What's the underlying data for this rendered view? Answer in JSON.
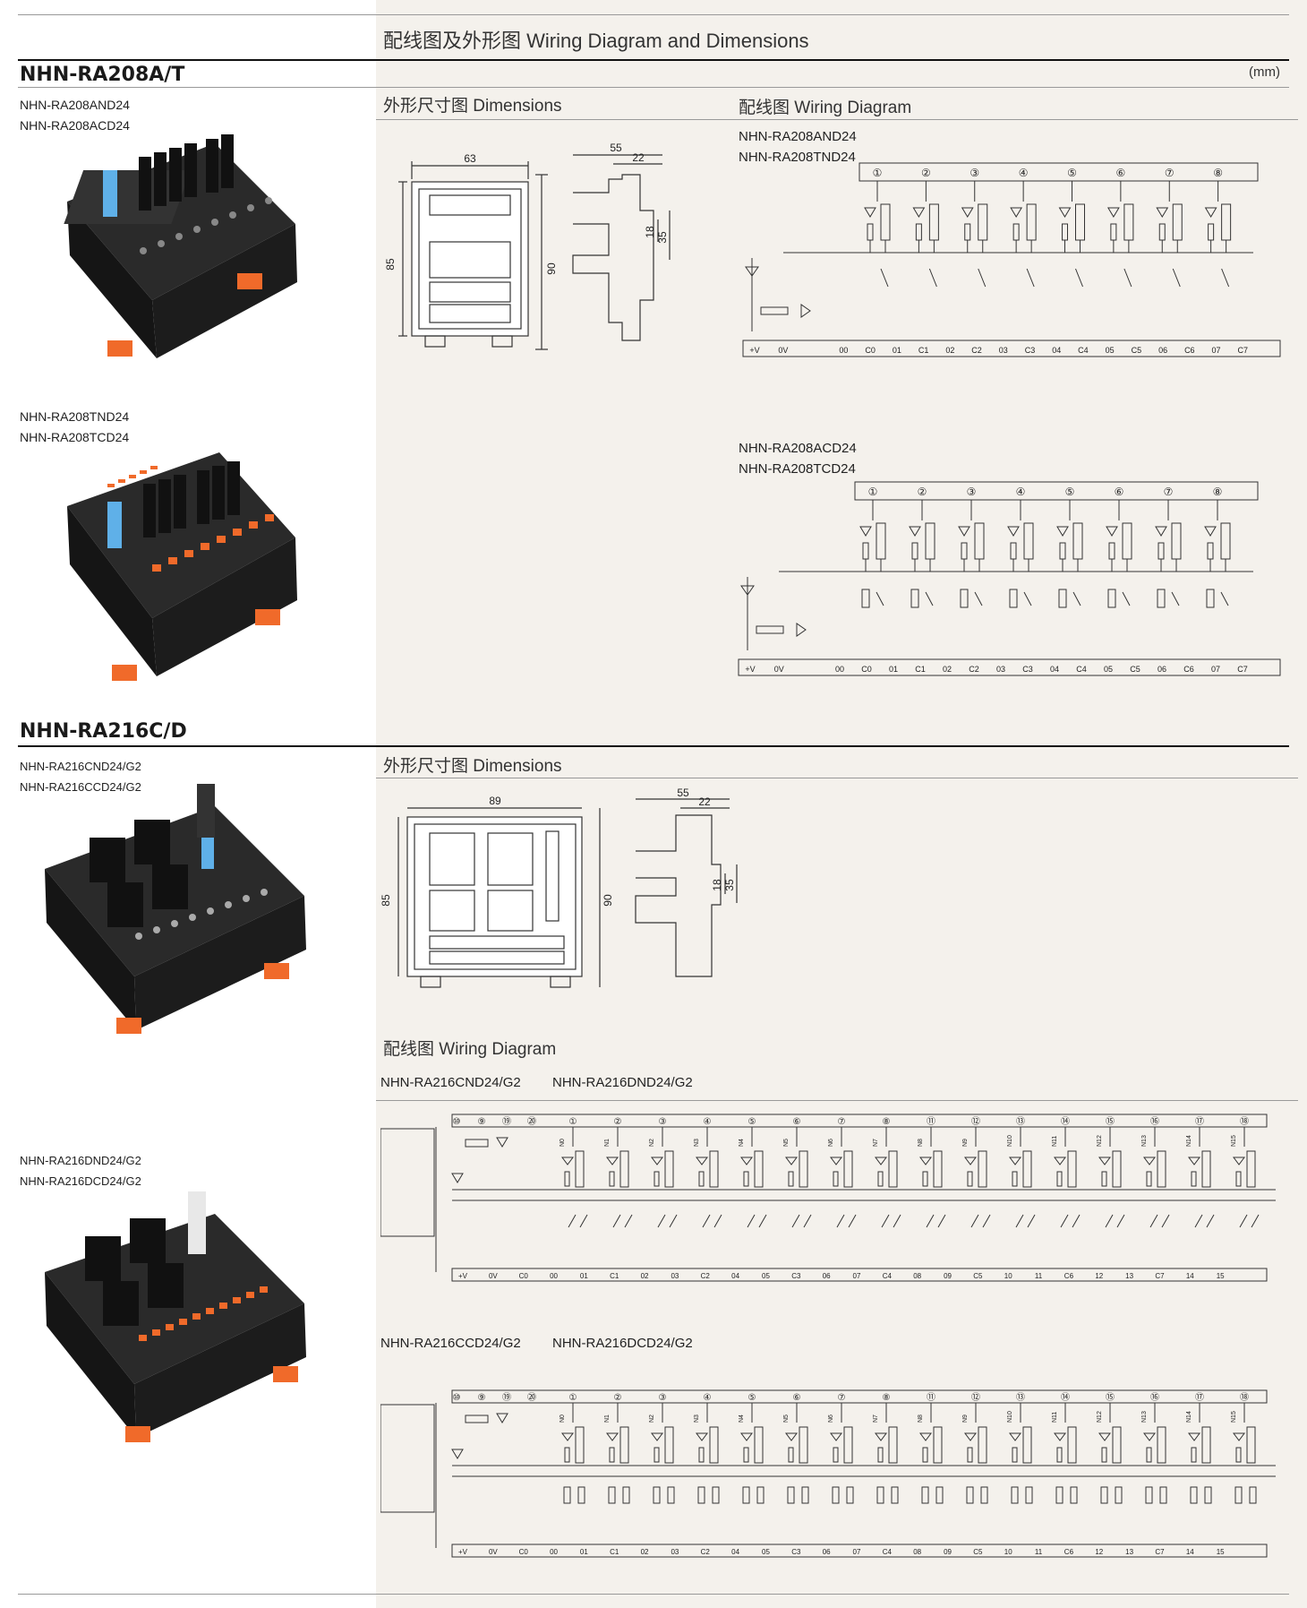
{
  "header": {
    "title": "配线图及外形图 Wiring Diagram and Dimensions",
    "unit": "(mm)"
  },
  "sections": {
    "ra208": {
      "title": "NHN-RA208A/T",
      "group1_models": [
        "NHN-RA208AND24",
        "NHN-RA208ACD24"
      ],
      "group2_models": [
        "NHN-RA208TND24",
        "NHN-RA208TCD24"
      ],
      "dimensions_label": "外形尺寸图 Dimensions",
      "wiring_label": "配线图 Wiring Diagram",
      "wiring1_models": [
        "NHN-RA208AND24",
        "NHN-RA208TND24"
      ],
      "wiring2_models": [
        "NHN-RA208ACD24",
        "NHN-RA208TCD24"
      ],
      "dims": {
        "width": "63",
        "height": "85",
        "height2": "90",
        "depth": "55",
        "d2": "22",
        "h1": "18",
        "h2": "35"
      }
    },
    "ra216": {
      "title": "NHN-RA216C/D",
      "group1_models": [
        "NHN-RA216CND24/G2",
        "NHN-RA216CCD24/G2"
      ],
      "group2_models": [
        "NHN-RA216DND24/G2",
        "NHN-RA216DCD24/G2"
      ],
      "dimensions_label": "外形尺寸图 Dimensions",
      "wiring_label": "配线图 Wiring Diagram",
      "wiring1_models": [
        "NHN-RA216CND24/G2",
        "NHN-RA216DND24/G2"
      ],
      "wiring2_models": [
        "NHN-RA216CCD24/G2",
        "NHN-RA216DCD24/G2"
      ],
      "dims": {
        "width": "89",
        "height": "85",
        "height2": "90",
        "depth": "55",
        "d2": "22",
        "h1": "18",
        "h2": "35"
      }
    }
  },
  "terminals8": {
    "top": [
      "①",
      "②",
      "③",
      "④",
      "⑤",
      "⑥",
      "⑦",
      "⑧"
    ],
    "bottom": [
      "+V",
      "0V",
      "00",
      "C0",
      "01",
      "C1",
      "02",
      "C2",
      "03",
      "C3",
      "04",
      "C4",
      "05",
      "C5",
      "06",
      "C6",
      "07",
      "C7"
    ]
  },
  "terminals16": {
    "top": [
      "⑩",
      "⑨",
      "⑲",
      "⑳",
      "①",
      "②",
      "③",
      "④",
      "⑤",
      "⑥",
      "⑦",
      "⑧",
      "⑪",
      "⑫",
      "⑬",
      "⑭",
      "⑮",
      "⑯",
      "⑰",
      "⑱"
    ],
    "bottom": [
      "+V",
      "0V",
      "C0",
      "00",
      "01",
      "C1",
      "02",
      "03",
      "C2",
      "04",
      "05",
      "C3",
      "06",
      "07",
      "C4",
      "08",
      "09",
      "C5",
      "10",
      "11",
      "C6",
      "12",
      "13",
      "C7",
      "14",
      "15"
    ]
  }
}
